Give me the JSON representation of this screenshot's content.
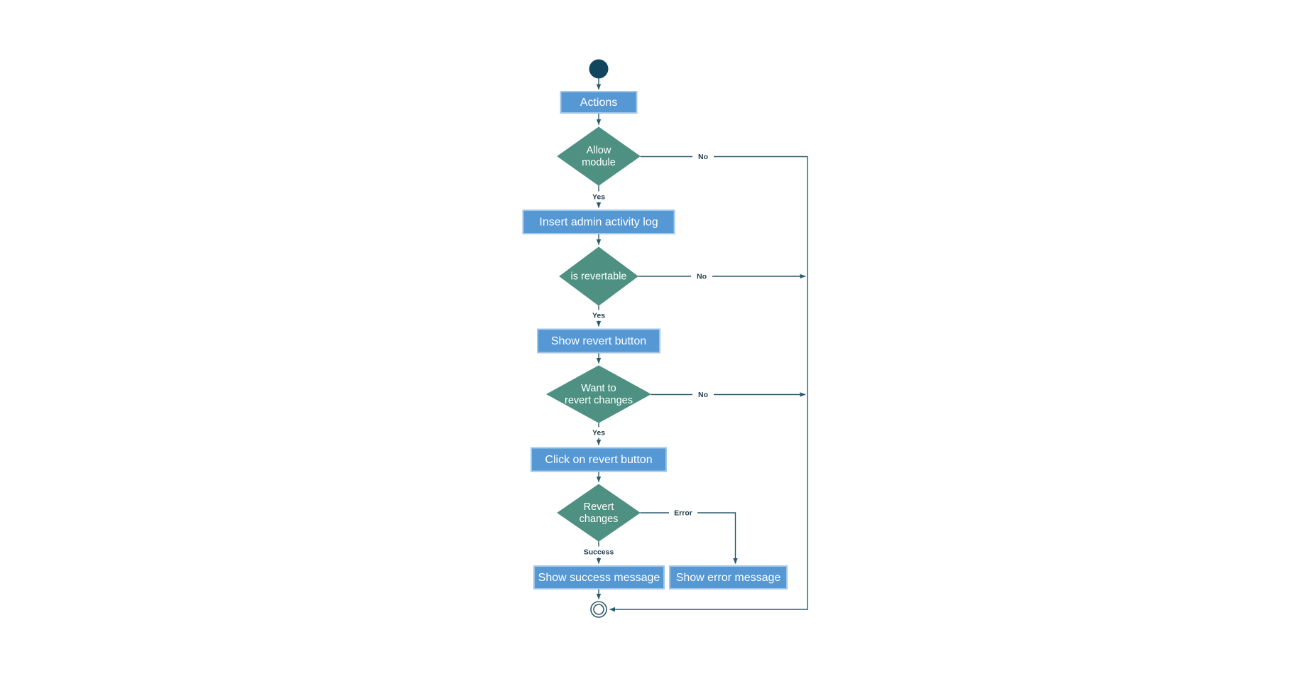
{
  "nodes": {
    "actions": {
      "label": "Actions"
    },
    "allow_module": {
      "line1": "Allow",
      "line2": "module"
    },
    "insert_log": {
      "label": "Insert admin activity log"
    },
    "is_revertable": {
      "label": "is revertable"
    },
    "show_revert": {
      "label": "Show revert button"
    },
    "want_revert": {
      "line1": "Want to",
      "line2": "revert changes"
    },
    "click_revert": {
      "label": "Click on revert button"
    },
    "revert_changes": {
      "line1": "Revert",
      "line2": "changes"
    },
    "show_success": {
      "label": "Show success message"
    },
    "show_error": {
      "label": "Show error message"
    }
  },
  "edge_labels": {
    "yes1": "Yes",
    "yes2": "Yes",
    "yes3": "Yes",
    "no1": "No",
    "no2": "No",
    "no3": "No",
    "success": "Success",
    "error": "Error"
  },
  "colors": {
    "process_fill": "#5598D4",
    "process_border": "#A3C7E8",
    "decision_fill": "#4E9182",
    "start_fill": "#12465E",
    "line": "#2E5A6E",
    "label_text": "#1F3B4D",
    "node_text": "#FFFFFF"
  }
}
